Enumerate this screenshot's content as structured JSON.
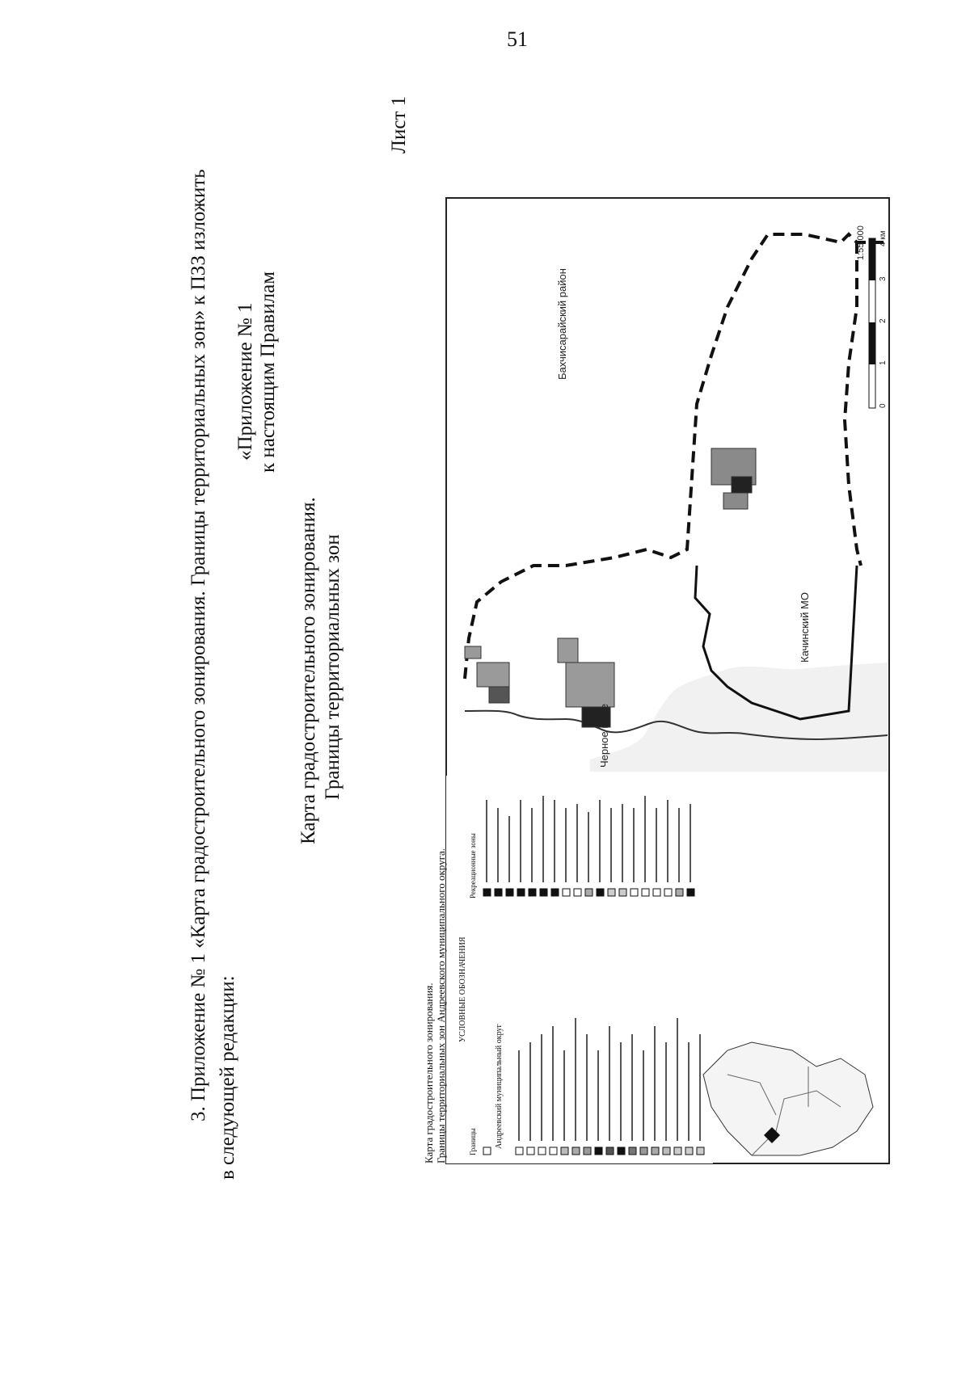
{
  "page_number": "51",
  "heading": {
    "line1": "3. Приложение № 1 «Карта градостроительного зонирования. Границы территориальных зон» к ПЗЗ изложить",
    "line2": "в следующей редакции:"
  },
  "appendix_ref": {
    "line1": "«Приложение № 1",
    "line2": "к настоящим Правилам"
  },
  "map_title": {
    "line1": "Карта градостроительного зонирования.",
    "line2": "Границы территориальных зон"
  },
  "sheet_label": "Лист 1",
  "map": {
    "caption_line1": "Карта градостроительного зонирования.",
    "caption_line2": "Границы территориальных зон Андреевского муниципального округа.",
    "legend_title": "УСЛОВНЫЕ ОБОЗНАЧЕНИЯ",
    "legend_boundaries_title": "Границы",
    "legend_okrug_label": "Андреевский муниципальный округ",
    "legend_zones_title": "Рекреационные зоны",
    "place_black_sea": "Черное море",
    "place_bakhchisaray": "Бахчисарайский район",
    "place_kachinsky": "Качинский МО",
    "scale_label": "1:55 000",
    "scale_ticks": [
      "0",
      "1",
      "2",
      "3",
      "4 км"
    ]
  }
}
